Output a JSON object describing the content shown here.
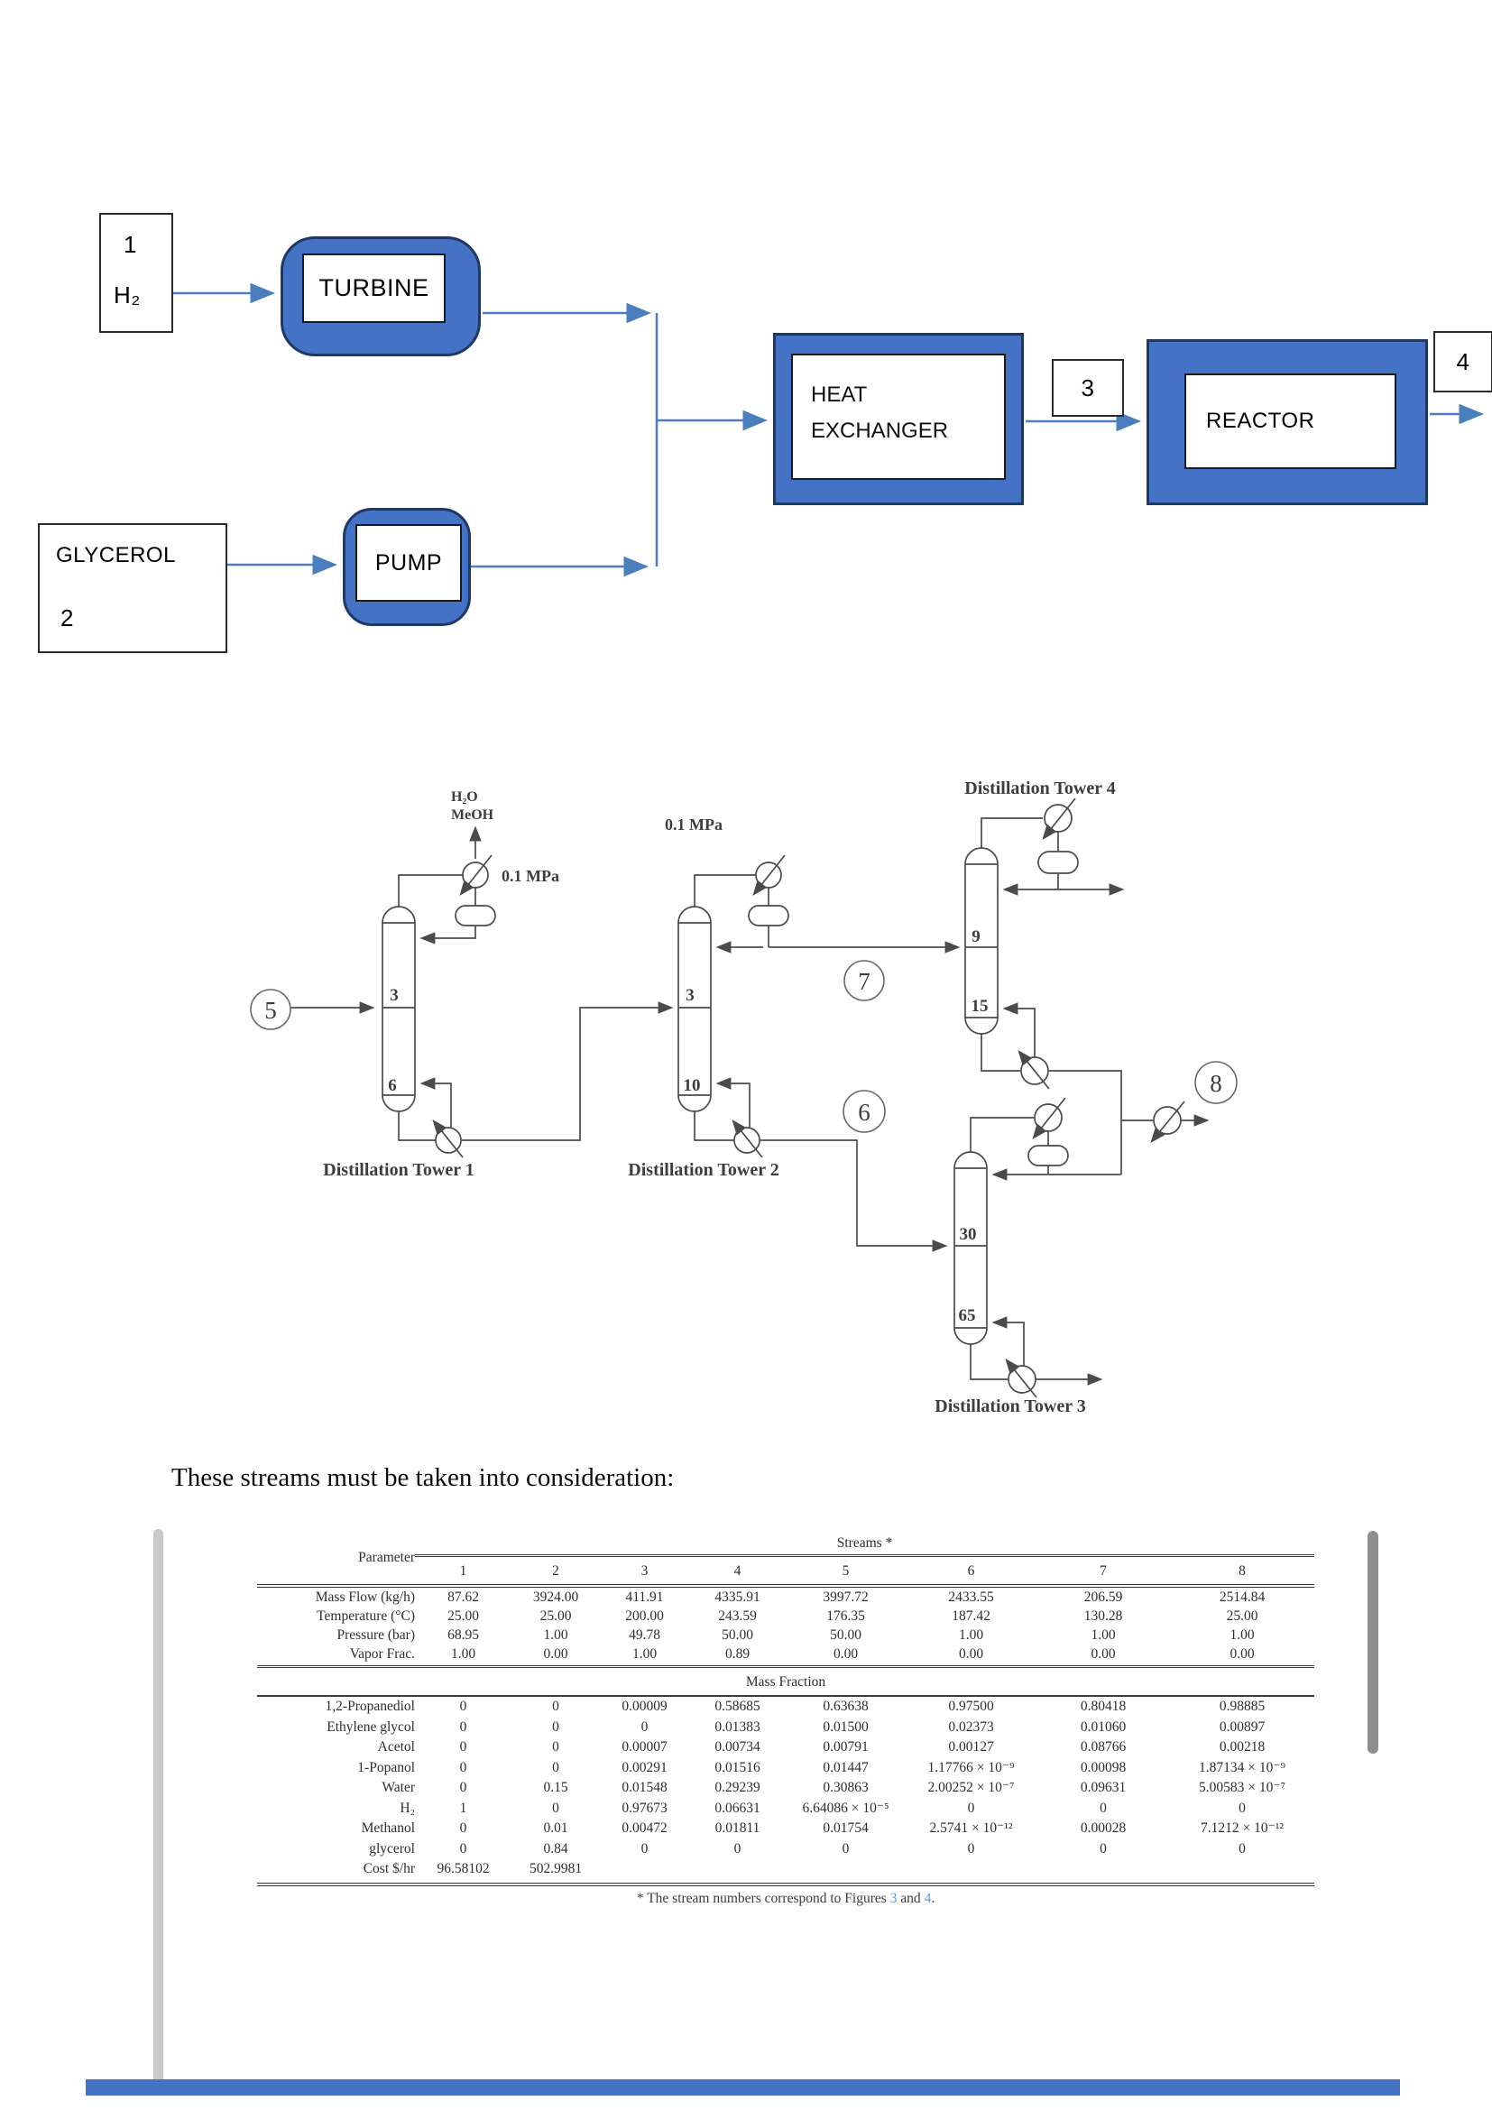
{
  "colors": {
    "accent": "#4472C4",
    "block_border": "#1F3864",
    "arrow_blue": "#4a7ebd",
    "line_gray": "#4b4b4b",
    "link_blue": "#5B9BD5"
  },
  "flow": {
    "box1": {
      "number": "1",
      "species": "H₂"
    },
    "turbine": "TURBINE",
    "glycerol": {
      "label": "GLYCEROL",
      "number": "2"
    },
    "pump": "PUMP",
    "heat_exchanger": {
      "line1": "HEAT",
      "line2": "EXCHANGER"
    },
    "stream3": "3",
    "reactor": "REACTOR",
    "stream4": "4"
  },
  "dist": {
    "overhead1": {
      "line1": "H₂O",
      "line2": "MeOH"
    },
    "tower1": {
      "name": "Distillation Tower 1",
      "pressure": "0.1 MPa",
      "tray_feed": "3",
      "tray_bottom": "6"
    },
    "tower2": {
      "name": "Distillation Tower 2",
      "pressure": "0.1 MPa",
      "tray_feed": "3",
      "tray_bottom": "10"
    },
    "tower3": {
      "name": "Distillation Tower 3",
      "tray_feed": "30",
      "tray_bottom": "65"
    },
    "tower4": {
      "name": "Distillation Tower 4",
      "tray_feed": "9",
      "tray_bottom": "15"
    },
    "streams": {
      "s5": "5",
      "s6": "6",
      "s7": "7",
      "s8": "8"
    }
  },
  "heading": "These streams must be taken into consideration:",
  "table": {
    "streams_header": "Streams *",
    "parameter_header": "Parameter",
    "columns": [
      "1",
      "2",
      "3",
      "4",
      "5",
      "6",
      "7",
      "8"
    ],
    "param_rows": [
      {
        "label": "Mass Flow (kg/h)",
        "values": [
          "87.62",
          "3924.00",
          "411.91",
          "4335.91",
          "3997.72",
          "2433.55",
          "206.59",
          "2514.84"
        ]
      },
      {
        "label": "Temperature (°C)",
        "values": [
          "25.00",
          "25.00",
          "200.00",
          "243.59",
          "176.35",
          "187.42",
          "130.28",
          "25.00"
        ]
      },
      {
        "label": "Pressure (bar)",
        "values": [
          "68.95",
          "1.00",
          "49.78",
          "50.00",
          "50.00",
          "1.00",
          "1.00",
          "1.00"
        ]
      },
      {
        "label": "Vapor Frac.",
        "values": [
          "1.00",
          "0.00",
          "1.00",
          "0.89",
          "0.00",
          "0.00",
          "0.00",
          "0.00"
        ]
      }
    ],
    "section_header": "Mass Fraction",
    "fraction_rows": [
      {
        "label": "1,2-Propanediol",
        "values": [
          "0",
          "0",
          "0.00009",
          "0.58685",
          "0.63638",
          "0.97500",
          "0.80418",
          "0.98885"
        ]
      },
      {
        "label": "Ethylene glycol",
        "values": [
          "0",
          "0",
          "0",
          "0.01383",
          "0.01500",
          "0.02373",
          "0.01060",
          "0.00897"
        ]
      },
      {
        "label": "Acetol",
        "values": [
          "0",
          "0",
          "0.00007",
          "0.00734",
          "0.00791",
          "0.00127",
          "0.08766",
          "0.00218"
        ]
      },
      {
        "label": "1-Popanol",
        "values": [
          "0",
          "0",
          "0.00291",
          "0.01516",
          "0.01447",
          "1.17766 × 10⁻⁹",
          "0.00098",
          "1.87134 × 10⁻⁹"
        ]
      },
      {
        "label": "Water",
        "values": [
          "0",
          "0.15",
          "0.01548",
          "0.29239",
          "0.30863",
          "2.00252 × 10⁻⁷",
          "0.09631",
          "5.00583 × 10⁻⁷"
        ]
      },
      {
        "label": "H₂",
        "values": [
          "1",
          "0",
          "0.97673",
          "0.06631",
          "6.64086 × 10⁻⁵",
          "0",
          "0",
          "0"
        ]
      },
      {
        "label": "Methanol",
        "values": [
          "0",
          "0.01",
          "0.00472",
          "0.01811",
          "0.01754",
          "2.5741 × 10⁻¹²",
          "0.00028",
          "7.1212 × 10⁻¹²"
        ]
      },
      {
        "label": "glycerol",
        "values": [
          "0",
          "0.84",
          "0",
          "0",
          "0",
          "0",
          "0",
          "0"
        ]
      },
      {
        "label": "Cost $/hr",
        "values": [
          "96.58102",
          "502.9981",
          "",
          "",
          "",
          "",
          "",
          ""
        ]
      }
    ],
    "footnote": {
      "prefix": "* The stream numbers correspond to Figures ",
      "fig_a": "3",
      "mid": " and ",
      "fig_b": "4",
      "suffix": "."
    }
  }
}
